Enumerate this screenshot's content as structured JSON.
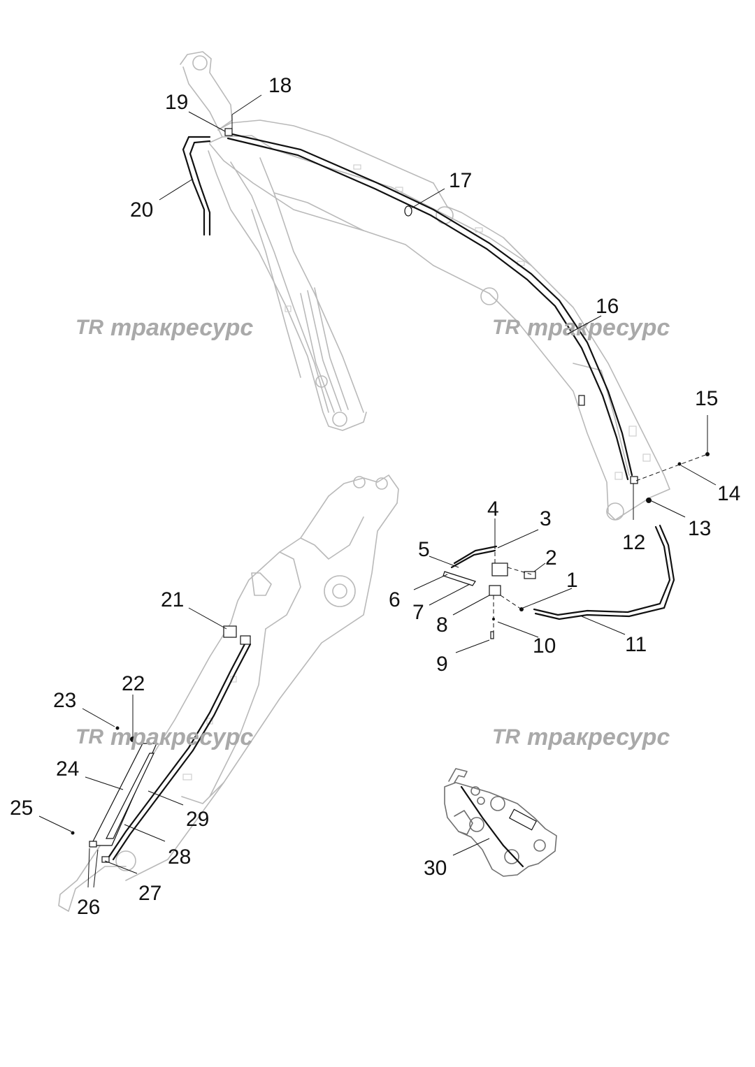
{
  "watermark": {
    "logo": "TR",
    "text": "тракресурс"
  },
  "callouts": {
    "c1": "1",
    "c2": "2",
    "c3": "3",
    "c4": "4",
    "c5": "5",
    "c6": "6",
    "c7": "7",
    "c8": "8",
    "c9": "9",
    "c10": "10",
    "c11": "11",
    "c12": "12",
    "c13": "13",
    "c14": "14",
    "c15": "15",
    "c16": "16",
    "c17": "17",
    "c18": "18",
    "c19": "19",
    "c20": "20",
    "c21": "21",
    "c22": "22",
    "c23": "23",
    "c24": "24",
    "c25": "25",
    "c26": "26",
    "c27": "27",
    "c28": "28",
    "c29": "29",
    "c30": "30"
  },
  "colors": {
    "line": "#111111",
    "outline": "#b9b9b9",
    "watermark": "#a9a9a9"
  }
}
